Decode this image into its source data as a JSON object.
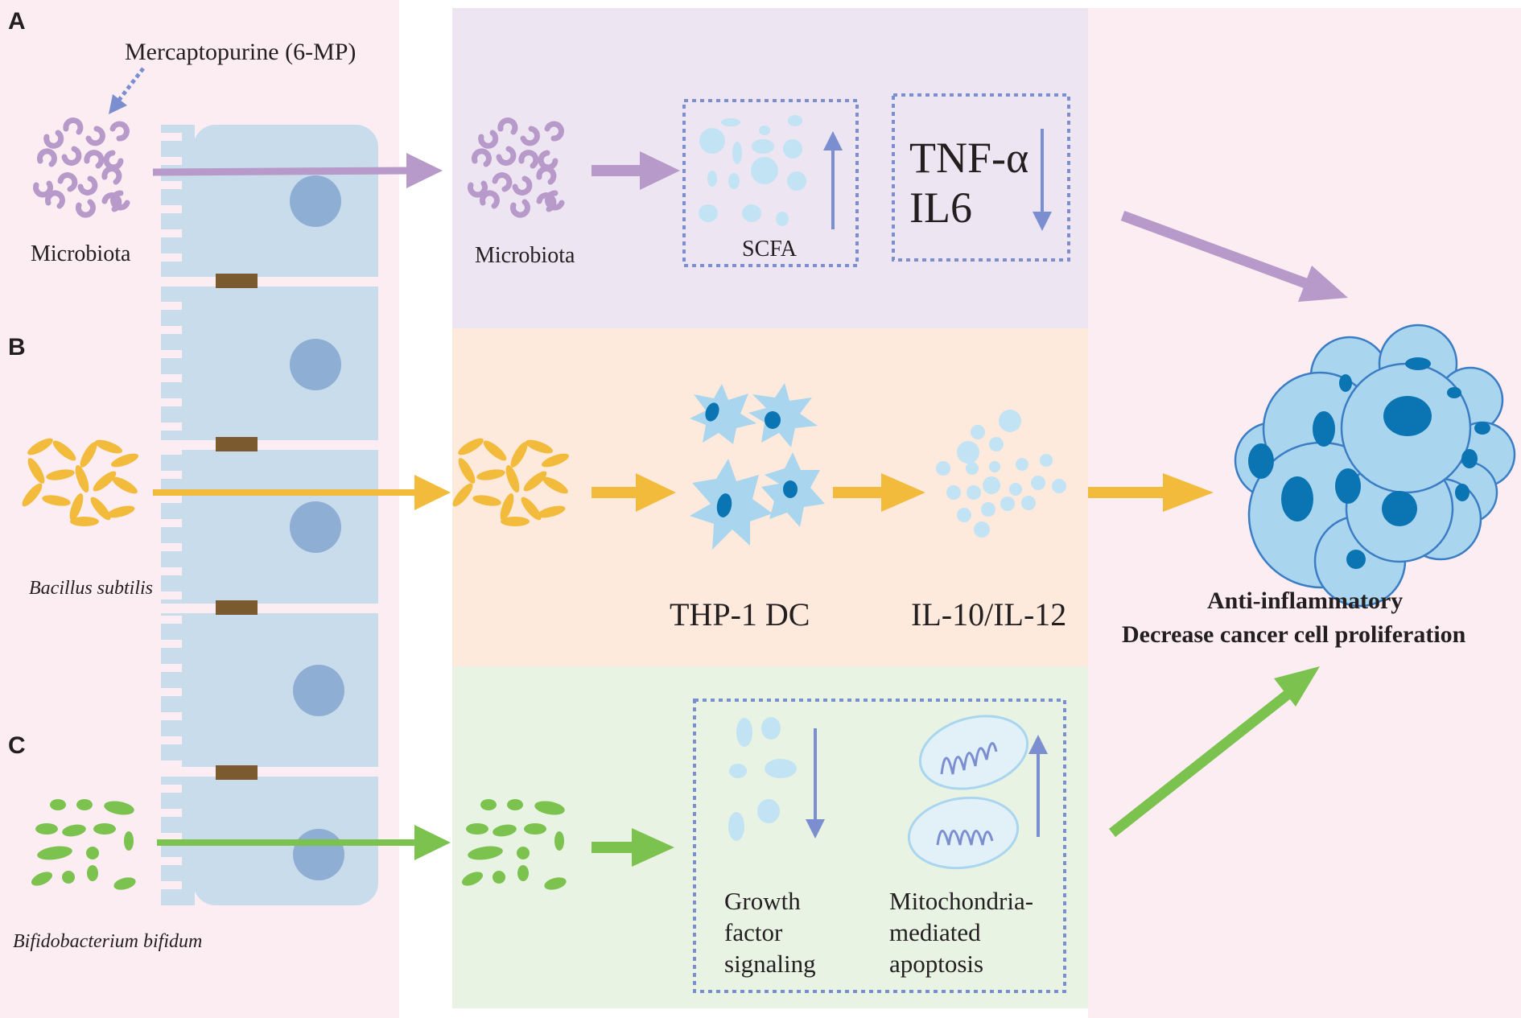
{
  "panel_labels": {
    "a": "A",
    "b": "B",
    "c": "C"
  },
  "drug_label": "Mercaptopurine (6-MP)",
  "left_labels": {
    "a": "Microbiota",
    "b": "Bacillus subtilis",
    "c": "Bifidobacterium bifidum"
  },
  "row_a": {
    "organism": "Microbiota",
    "box1_label": "SCFA",
    "box2_line1": "TNF-α",
    "box2_line2": "IL6"
  },
  "row_b": {
    "cell_label": "THP-1 DC",
    "cytokine_label": "IL-10/IL-12"
  },
  "row_c": {
    "left_label": "Growth\nfactor\nsignaling",
    "right_label": "Mitochondria-\nmediated\napoptosis"
  },
  "outcome": {
    "line1": "Anti-inflammatory",
    "line2": "Decrease cancer cell proliferation"
  },
  "colors": {
    "left_bg": "#fcedf2",
    "row_a_bg": "#ede5f2",
    "row_b_bg": "#fdeadc",
    "row_c_bg": "#e8f3e4",
    "purple": "#b79ac9",
    "yellow": "#f2bb3c",
    "green": "#7cc24e",
    "blue_line": "#7b8fd0",
    "cell": "#c8dcec",
    "nucleus": "#8eaed3"
  }
}
